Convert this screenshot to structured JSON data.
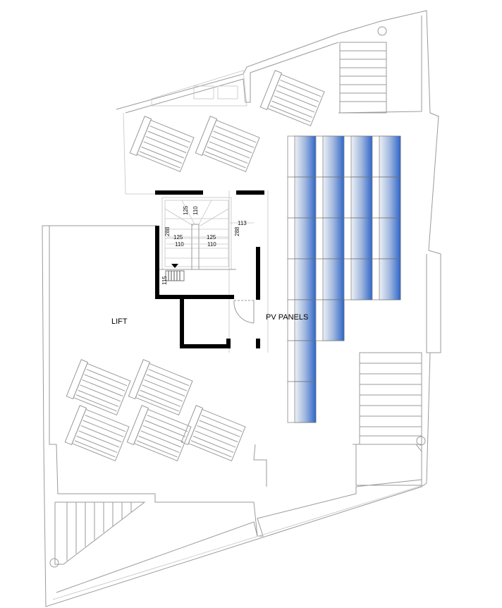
{
  "labels": {
    "lift": "LIFT",
    "pv_panels": "PV PANELS"
  },
  "stair_dimensions": {
    "top_vertical_a": "125",
    "top_vertical_b": "110",
    "left_height": "288",
    "right_height": "288",
    "upper_left_width": "125",
    "upper_right_width": "125",
    "lower_left_width": "110",
    "lower_right_width": "110",
    "side_offset": "113",
    "bottom_offset": "115"
  },
  "pv_panel_columns": [
    {
      "rows": 7
    },
    {
      "rows": 5
    },
    {
      "rows": 4
    },
    {
      "rows": 4
    }
  ],
  "colors": {
    "panel_blue": "#2f66c9",
    "panel_light": "#e6ecf6",
    "wall": "#000000",
    "line": "#9a9a9a"
  }
}
